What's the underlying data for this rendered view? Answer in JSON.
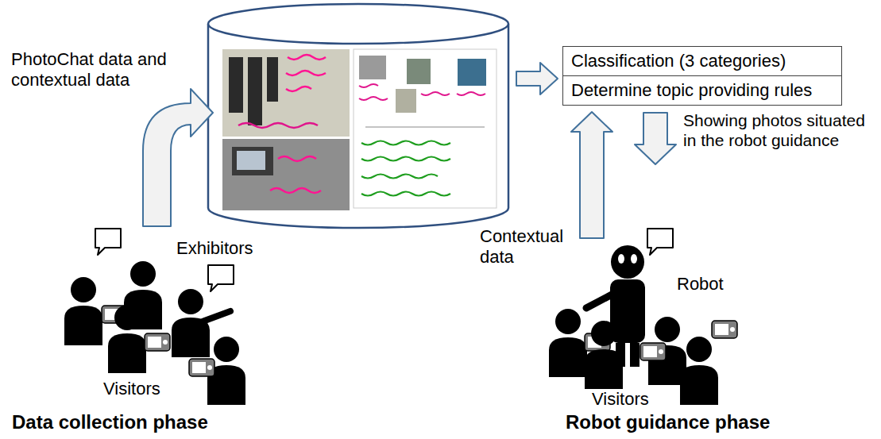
{
  "diagram": {
    "nodes": [
      {
        "text": [
          "Classification (3 categories)"
        ]
      },
      {
        "text": [
          "Determine topic providing rules"
        ]
      }
    ],
    "labels": [
      "PhotoChat data and contextual data",
      "Exhibitors",
      "Visitors",
      "Data collection phase",
      "Contextual data",
      "Showing photos situated in the robot guidance",
      "Robot",
      "Visitors",
      "Robot guidance phase"
    ]
  }
}
